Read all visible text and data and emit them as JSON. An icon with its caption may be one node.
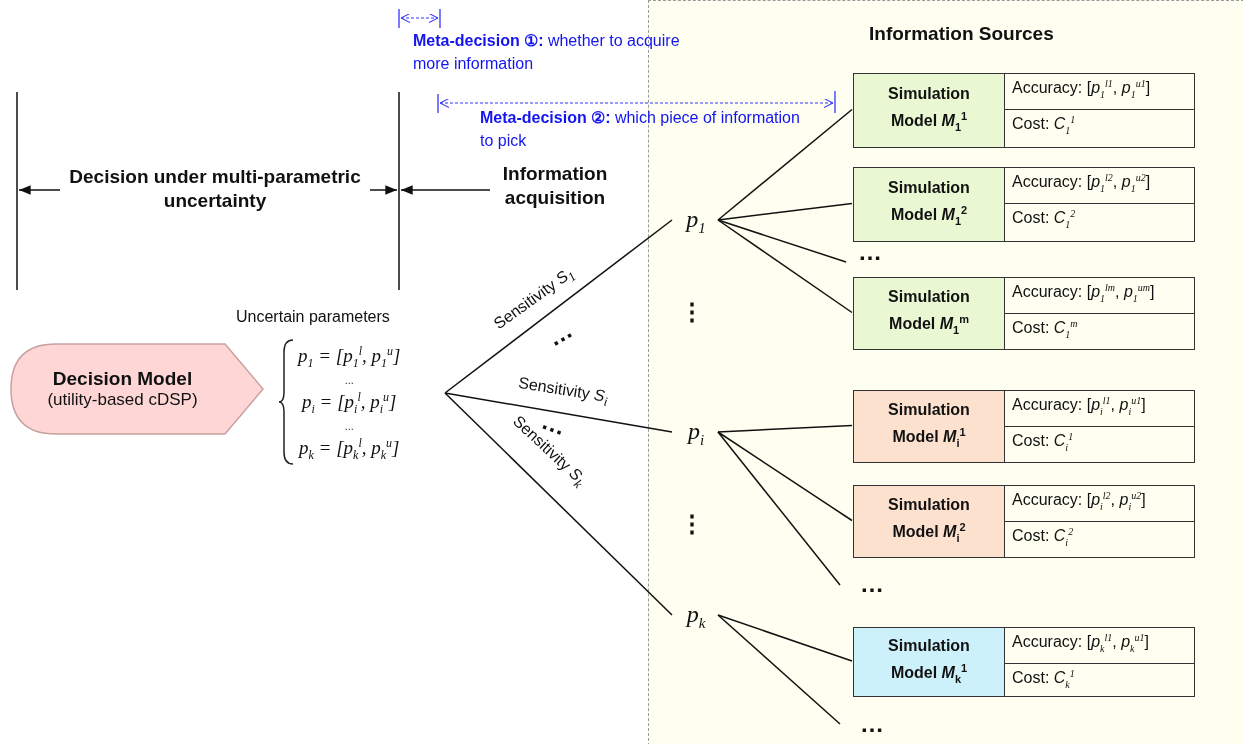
{
  "diagram": {
    "nodes": [
      {
        "text": [
          "Information Sources"
        ]
      },
      {
        "text": [
          "Decision Model",
          "(utility-based cDSP)"
        ]
      },
      {
        "text": [
          "Uncertain parameters",
          "p$_{1}$ = [p$_{1}$$^{l}$, p$_{1}$$^{u}$]",
          "...",
          "p$_{i}$ = [p$_{i}$$^{l}$, p$_{i}$$^{u}$]",
          "...",
          "p$_{k}$ = [p$_{k}$$^{l}$, p$_{k}$$^{u}$]"
        ]
      },
      {
        "text": [
          "p$_{1}$"
        ],
        "in": 0
      },
      {
        "text": [
          "p$_{i}$"
        ],
        "in": 0
      },
      {
        "text": [
          "p$_{k}$"
        ],
        "in": 0
      },
      {
        "text": [
          "Simulation Model *M*$_{1}$$^{1}$",
          "Accuracy: [*p*$_{1}$$^{l1}$, *p*$_{1}$$^{u1}$]",
          "Cost: *C*$_{1}$$^{1}$"
        ],
        "in": 0
      },
      {
        "text": [
          "Simulation Model *M*$_{1}$$^{2}$",
          "Accuracy: [*p*$_{1}$$^{l2}$, *p*$_{1}$$^{u2}$]",
          "Cost: *C*$_{1}$$^{2}$"
        ],
        "in": 0
      },
      {
        "text": [
          "Simulation Model *M*$_{1}$$^{m}$",
          "Accuracy: [*p*$_{1}$$^{lm}$, *p*$_{1}$$^{um}$]",
          "Cost: *C*$_{1}$$^{m}$"
        ],
        "in": 0
      },
      {
        "text": [
          "Simulation Model *M*$_{i}$$^{1}$",
          "Accuracy: [*p*$_{i}$$^{l1}$, *p*$_{i}$$^{u1}$]",
          "Cost: *C*$_{i}$$^{1}$"
        ],
        "in": 0
      },
      {
        "text": [
          "Simulation Model *M*$_{i}$$^{2}$",
          "Accuracy: [*p*$_{i}$$^{l2}$, *p*$_{i}$$^{u2}$]",
          "Cost: *C*$_{i}$$^{2}$"
        ],
        "in": 0
      },
      {
        "text": [
          "Simulation Model *M*$_{k}$$^{1}$",
          "Accuracy: [*p*$_{k}$$^{l1}$, *p*$_{k}$$^{u1}$]",
          "Cost: *C*$_{k}$$^{1}$"
        ],
        "in": 0
      }
    ],
    "edges": [
      {
        "from": 2,
        "to": 3,
        "arrow": "none",
        "label": "Sensitivity *S*$_{1}$"
      },
      {
        "from": 2,
        "to": 4,
        "arrow": "none",
        "label": "Sensitivity *S*$_{i}$"
      },
      {
        "from": 2,
        "to": 5,
        "arrow": "none",
        "label": "Sensitivity *S*$_{k}$"
      },
      {
        "from": 3,
        "to": 6,
        "arrow": "none"
      },
      {
        "from": 3,
        "to": 7,
        "arrow": "none"
      },
      {
        "from": 3,
        "to": null,
        "arrow": "none"
      },
      {
        "from": 3,
        "to": 8,
        "arrow": "none"
      },
      {
        "from": 4,
        "to": 9,
        "arrow": "none"
      },
      {
        "from": 4,
        "to": 10,
        "arrow": "none"
      },
      {
        "from": 4,
        "to": null,
        "arrow": "none"
      },
      {
        "from": 5,
        "to": 11,
        "arrow": "none"
      },
      {
        "from": 5,
        "to": null,
        "arrow": "none"
      }
    ],
    "labels": [
      "**Meta-decision ①:** whether to acquire more information",
      "**Meta-decision ②:** which piece of information to pick",
      "Decision under multi-parametric uncertainty",
      "Information acquisition",
      "…",
      "⋮",
      "…",
      "…",
      "⋮",
      "…",
      "…"
    ]
  }
}
